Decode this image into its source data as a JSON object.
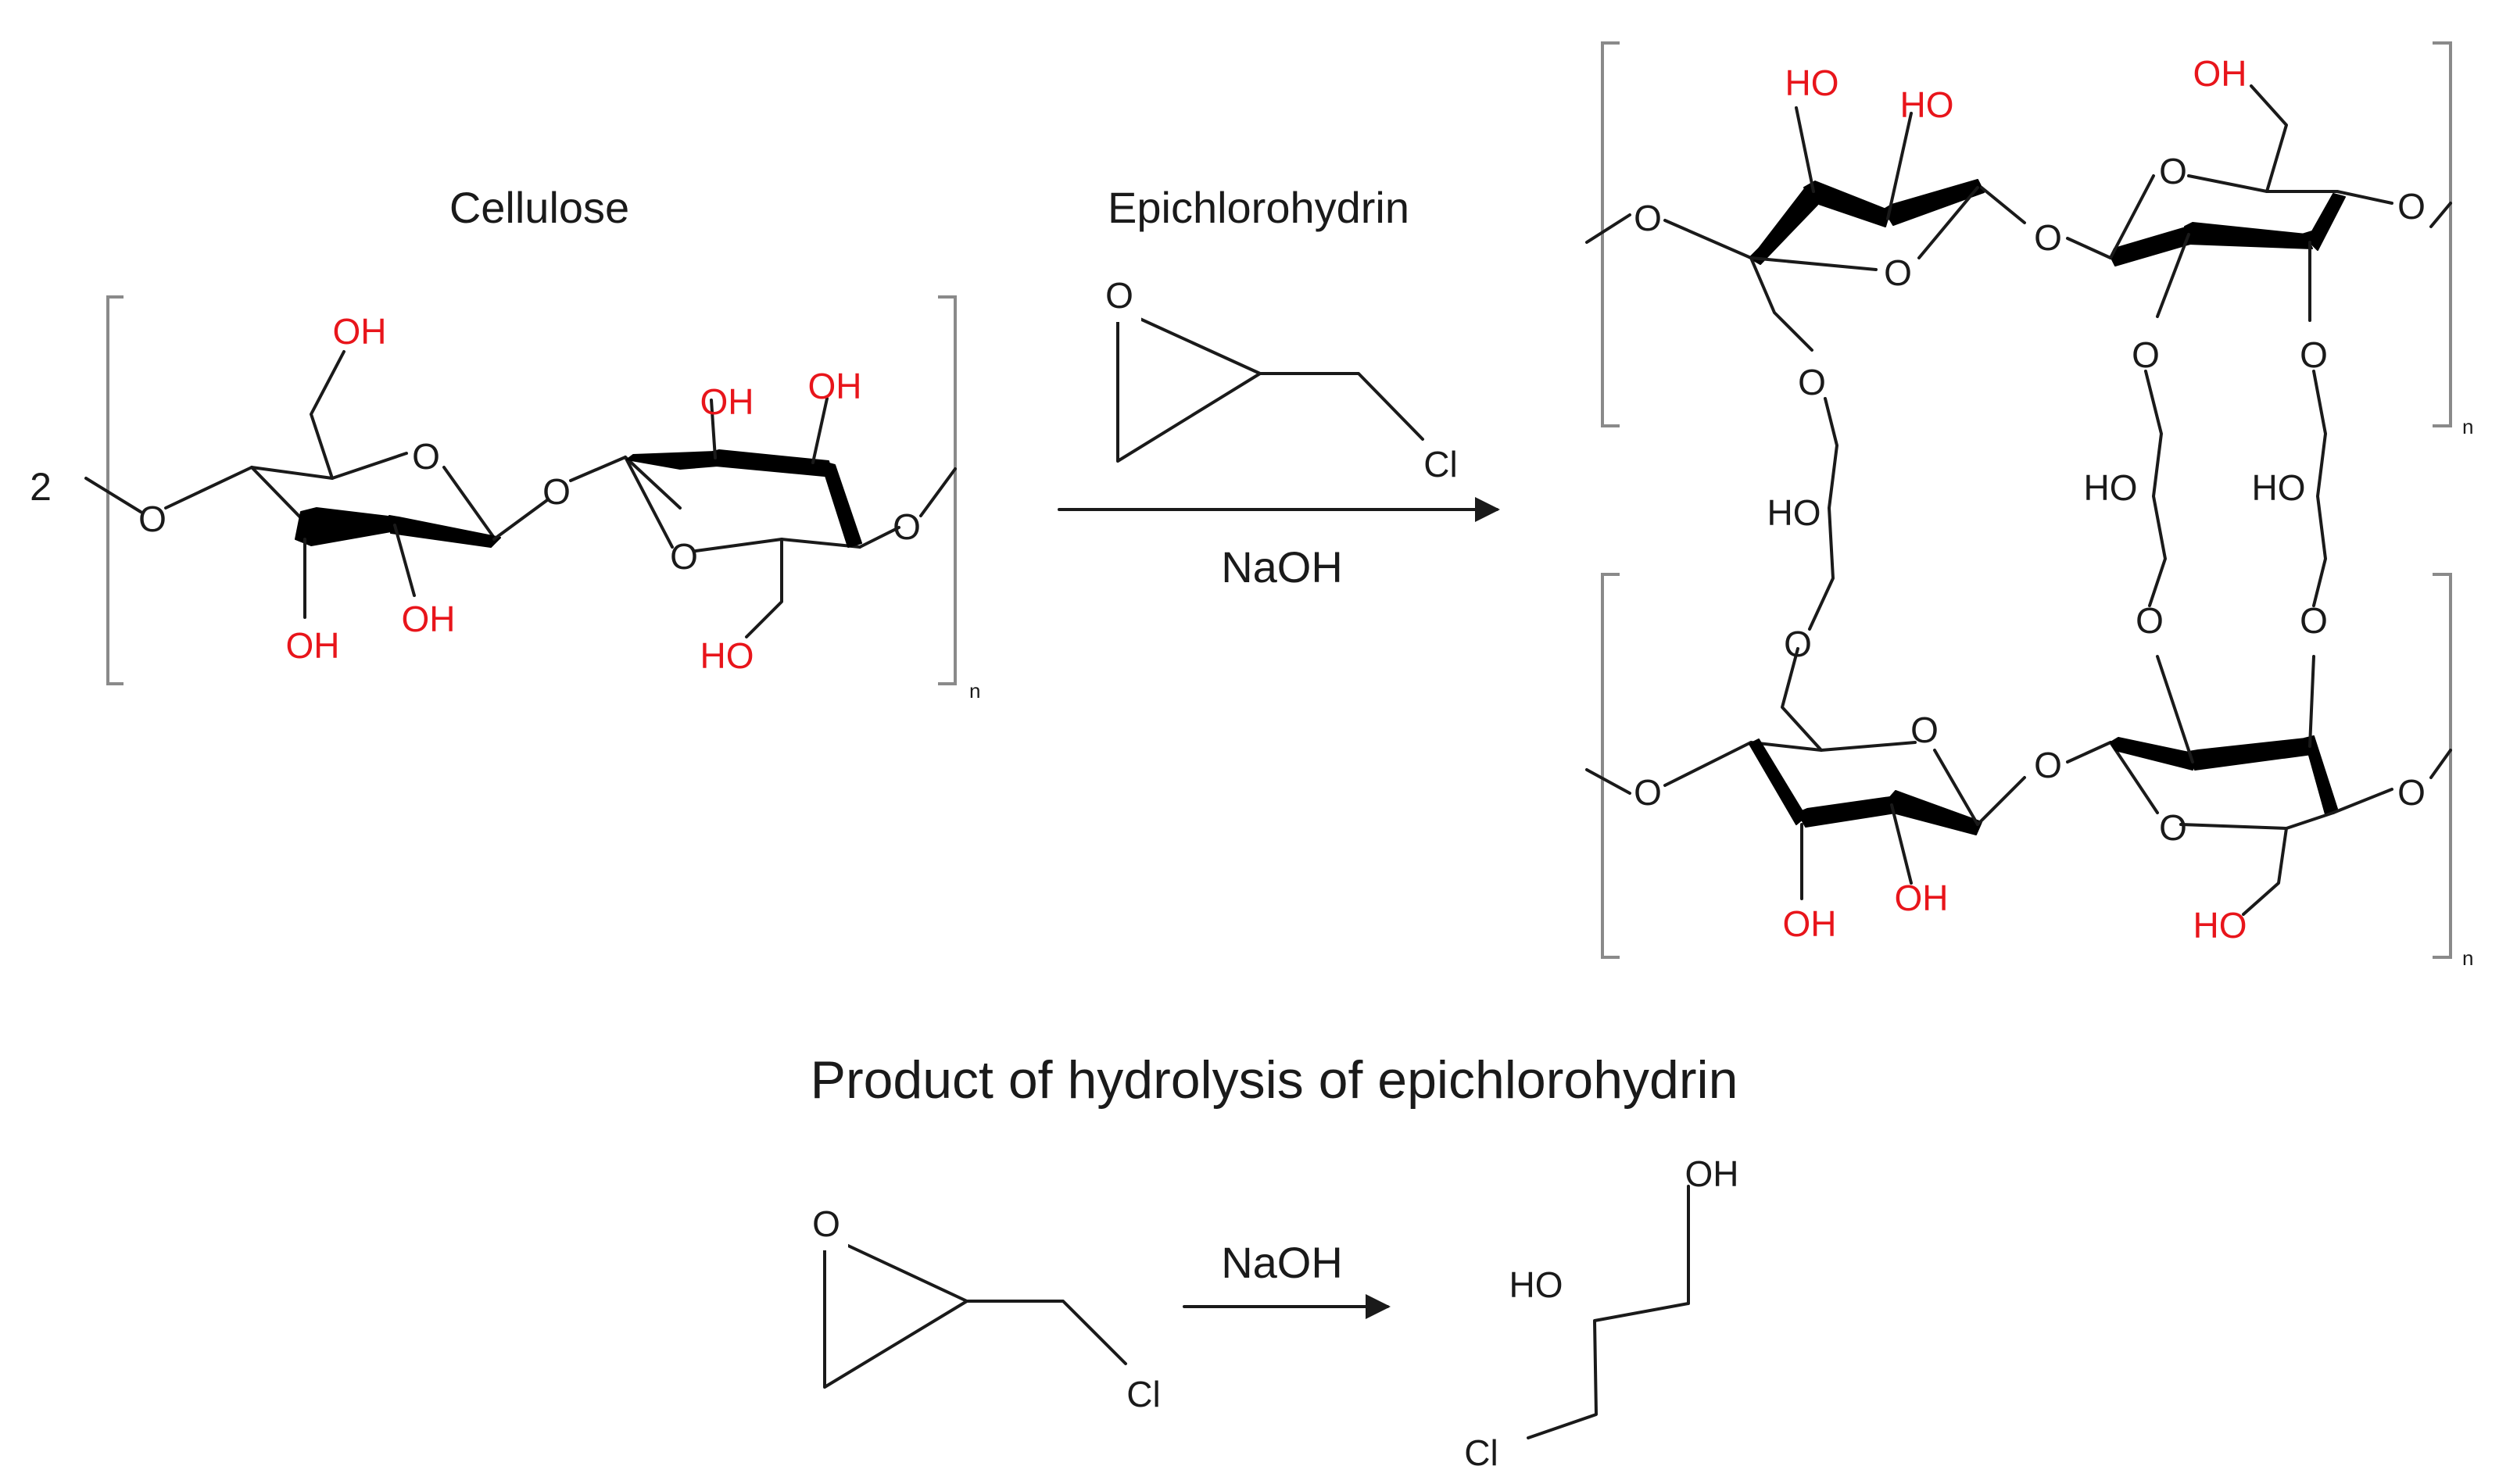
{
  "colors": {
    "bond": "#1a1a1a",
    "hydroxyl": "#e8151b",
    "atom": "#1a1a1a",
    "bracket": "#8a8a8a"
  },
  "reaction_top": {
    "reactant_label": "Cellulose",
    "coefficient": "2",
    "reagent_label": "Epichlorohydrin",
    "condition": "NaOH",
    "repeat_subscript": "n"
  },
  "reaction_bottom": {
    "title": "Product of hydrolysis of epichlorohydrin",
    "condition": "NaOH"
  },
  "atoms": {
    "oxygen": "O",
    "hydroxyl_right": "OH",
    "hydroxyl_left": "HO",
    "chlorine": "Cl"
  }
}
